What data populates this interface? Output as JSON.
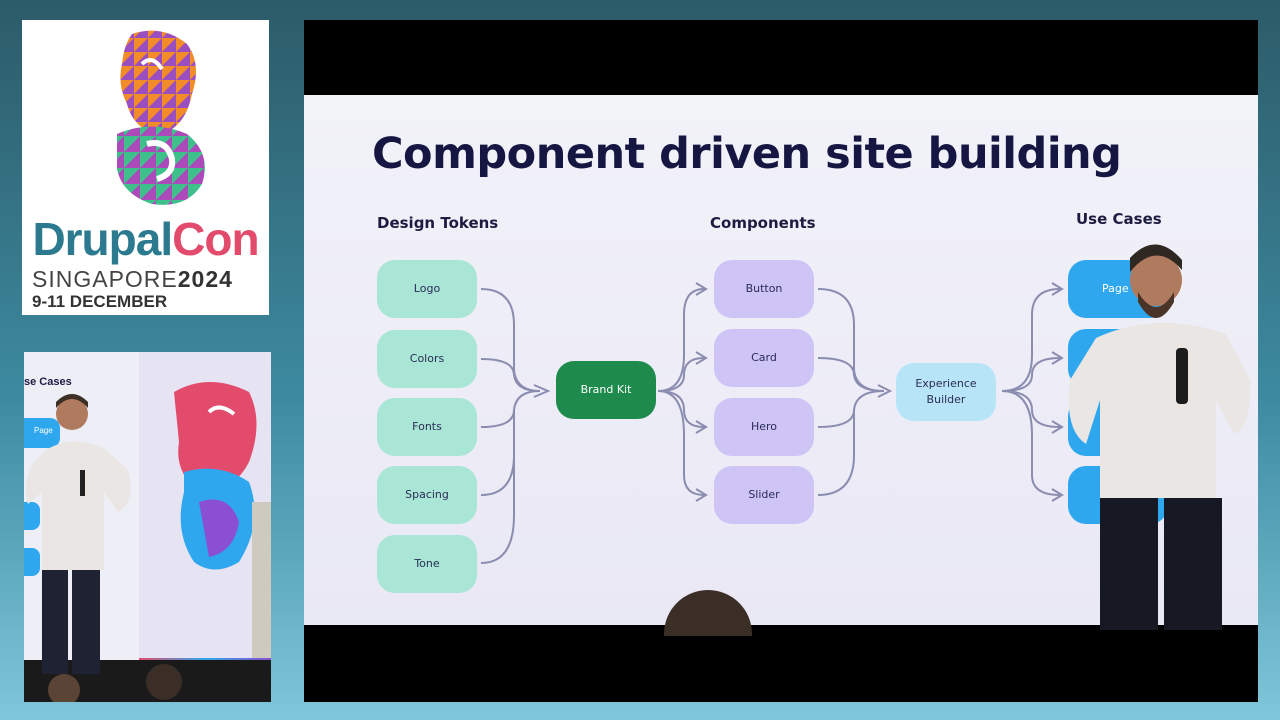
{
  "logo": {
    "word_drupal": "Drupal",
    "word_con": "Con",
    "city": "SINGAPORE",
    "year": "2024",
    "dates": "9-11 DECEMBER"
  },
  "speaker_cam": {
    "slide_label": "se Cases",
    "page_label": "Page"
  },
  "slide": {
    "title": "Component driven site building",
    "columns": {
      "design_tokens": "Design Tokens",
      "components": "Components",
      "use_cases": "Use Cases"
    },
    "tokens": [
      "Logo",
      "Colors",
      "Fonts",
      "Spacing",
      "Tone"
    ],
    "brand_kit": "Brand Kit",
    "components": [
      "Button",
      "Card",
      "Hero",
      "Slider"
    ],
    "experience_builder_line1": "Experience",
    "experience_builder_line2": "Builder",
    "use_case_label": "Page"
  },
  "colors": {
    "token_fill": "#a9e6d6",
    "component_fill": "#cfc4f6",
    "brand_fill": "#1e8a4c",
    "builder_fill": "#b7e4f7",
    "use_case_fill": "#2ea7ee",
    "title_color": "#151641",
    "connector": "#8a8db0"
  }
}
